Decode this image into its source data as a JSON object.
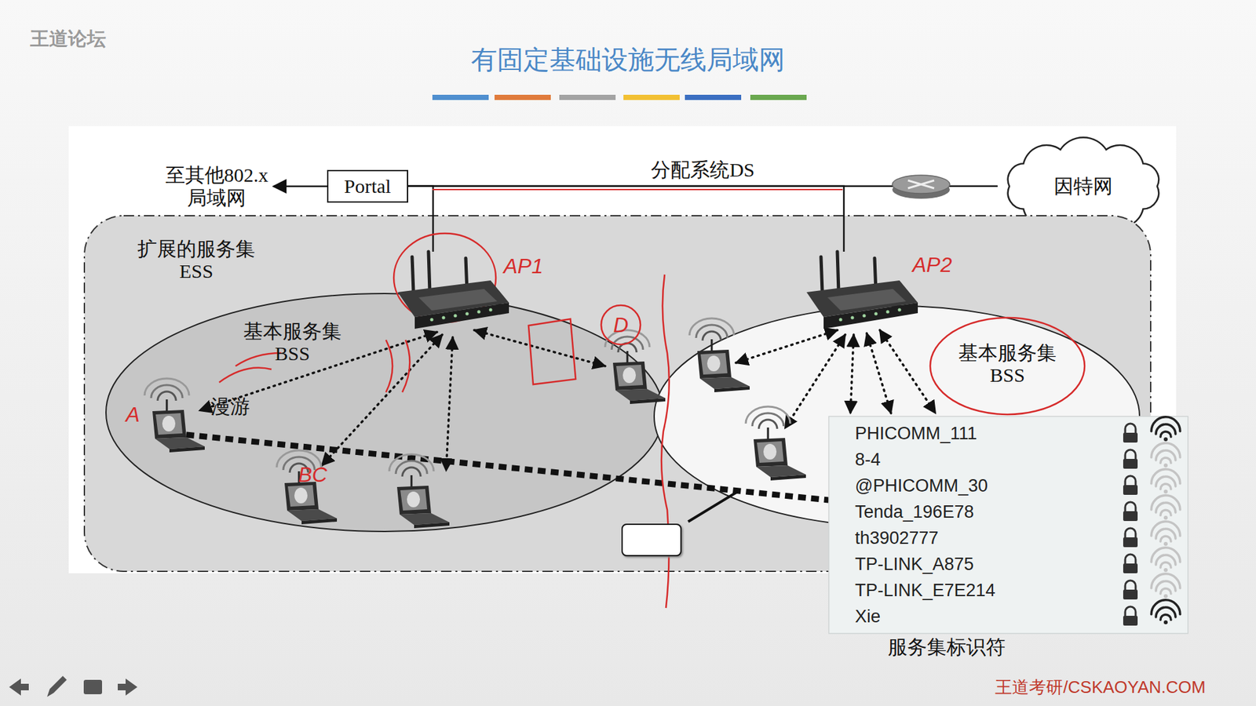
{
  "diagram": {
    "title": "有固定基础设施无线局域网",
    "nodes": [
      {
        "text": [
          "Portal"
        ]
      },
      {
        "text": [
          "因特网"
        ]
      },
      {
        "text": [
          "扩展的服务集 ESS"
        ]
      },
      {
        "text": [
          "基本服务集 BSS"
        ],
        "in": 2
      },
      {
        "text": [
          "AP1"
        ],
        "in": 3
      },
      {
        "text": [
          "基本服务集 BSS"
        ],
        "in": 2
      },
      {
        "text": [
          "AP2"
        ],
        "in": 5
      },
      {
        "text": [
          "漫游"
        ],
        "in": 2
      },
      {
        "text": [
          "PHICOMM_111",
          "8-4",
          "@PHICOMM_30",
          "Tenda_196E78",
          "th3902777",
          "TP-LINK_A875",
          "TP-LINK_E7E214",
          "Xie",
          "服务集标识符"
        ]
      }
    ],
    "edges": [
      {
        "from": 0,
        "to": 4,
        "arrow": "none"
      },
      {
        "from": 0,
        "to": 6,
        "arrow": "none"
      },
      {
        "from": 0,
        "to": 1,
        "label": "分配系统DS",
        "arrow": "none"
      }
    ],
    "labels": [
      "王道论坛",
      "至其他802.x 局域网",
      "A",
      "BC",
      "D",
      "✓",
      "王道考研/CSKAOYAN.COM"
    ]
  }
}
